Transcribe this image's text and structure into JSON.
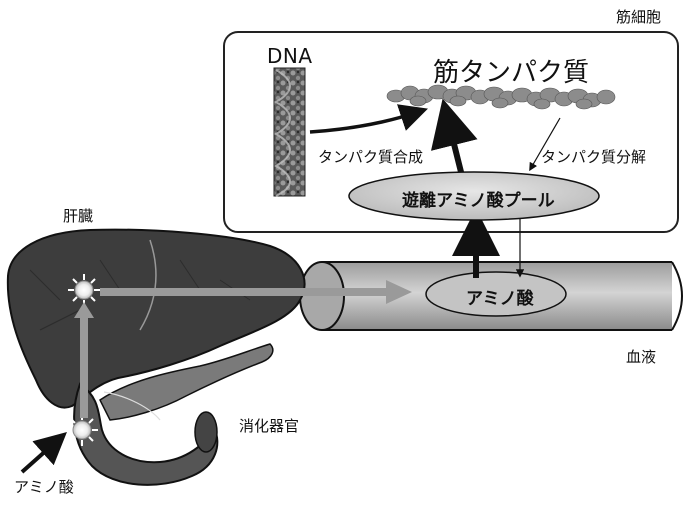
{
  "labels": {
    "muscle_cell": "筋細胞",
    "dna": "DNA",
    "muscle_protein": "筋タンパク質",
    "protein_synthesis": "タンパク質合成",
    "protein_degradation": "タンパク質分解",
    "free_amino_acid_pool": "遊離アミノ酸プール",
    "liver": "肝臓",
    "amino_acid_blood": "アミノ酸",
    "blood": "血液",
    "digestive_organ": "消化器官",
    "amino_acid_intake": "アミノ酸"
  },
  "colors": {
    "organ_fill": "#3d3d3d",
    "ellipse_fill": "#cfcfcf",
    "vessel_fill": "#bdbdbd",
    "flow_arrow": "#9a9a9a",
    "outline": "#111111"
  }
}
